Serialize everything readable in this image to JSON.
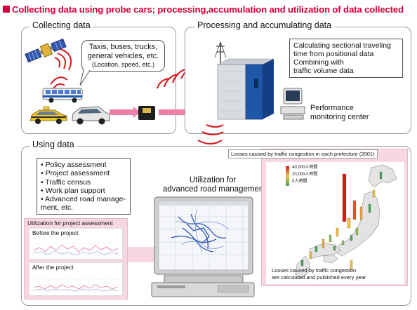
{
  "header": {
    "title": "Collecting data using probe cars; processing,accumulation and utilization of data collected"
  },
  "panels": {
    "collect": {
      "title": "Collecting data"
    },
    "process": {
      "title": "Processing and accumulating data"
    },
    "use": {
      "title": "Using data"
    }
  },
  "collect_bubble": {
    "line1": "Taxis, buses, trucks,",
    "line2": "general vehicles, etc.",
    "line3": "(Location, speed, etc.)"
  },
  "process_box": {
    "lines": [
      "Calculating sectional traveling",
      "time from positional data",
      "Combining with",
      "traffic volume data"
    ]
  },
  "monitoring": {
    "line1": "Performance",
    "line2": "monitoring center"
  },
  "use_list": {
    "items": [
      "• Policy assessment",
      "• Project assessment",
      "• Traffic census",
      "• Work plan support",
      "• Advanced road manage-",
      "   ment, etc."
    ]
  },
  "utilization": {
    "line1": "Utilization for",
    "line2": "advanced road management"
  },
  "project_assessment": {
    "title": "Utilization for project assessment",
    "before": "Before the project",
    "after": "After the project"
  },
  "congestion_map": {
    "title": "Losses caused by traffic congestion in each prefecture (2001)",
    "legend": [
      "40,000人時間",
      "20,000人時間",
      "0人時間"
    ],
    "caption1": "Losses caused by traffic congestion",
    "caption2": "are calculated and published every year"
  },
  "colors": {
    "accent": "#d6003a",
    "panel_border": "#9a9a9a",
    "pink": "#f7d7e4",
    "waves": "#d7191c",
    "server_blue": "#1f57a8"
  }
}
